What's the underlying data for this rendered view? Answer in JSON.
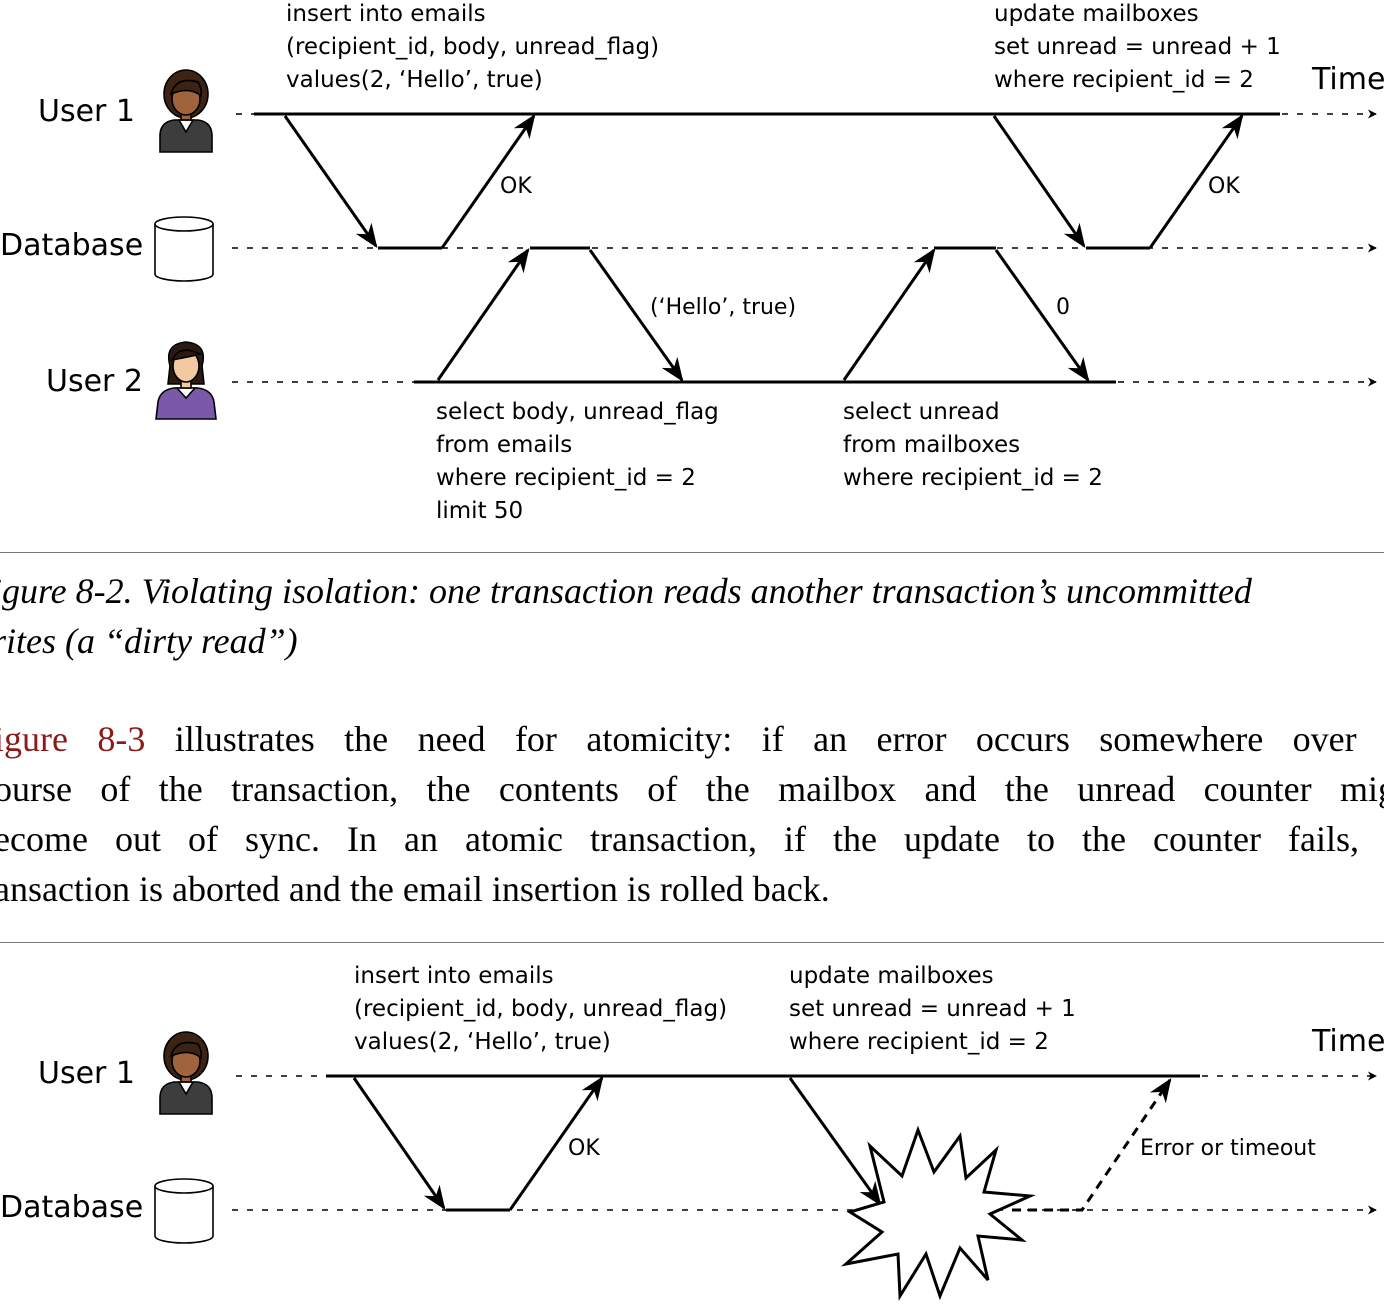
{
  "figure1": {
    "actors": {
      "user1": "User 1",
      "database": "Database",
      "user2": "User 2"
    },
    "time_label": "Time",
    "sql": {
      "insert": [
        "insert into emails",
        "(recipient_id, body, unread_flag)",
        "values(2, ‘Hello’, true)"
      ],
      "update": [
        "update mailboxes",
        "set unread = unread + 1",
        "where recipient_id = 2"
      ],
      "select_emails": [
        "select body, unread_flag",
        "from emails",
        "where recipient_id = 2",
        "limit 50"
      ],
      "select_mailboxes": [
        "select unread",
        "from mailboxes",
        "where recipient_id = 2"
      ]
    },
    "responses": {
      "ok1": "OK",
      "ok2": "OK",
      "hello": "(‘Hello’, true)",
      "zero": "0"
    }
  },
  "caption": {
    "line1": "igure 8-2. Violating isolation: one transaction reads another transaction’s uncommitted",
    "line2": "rites (a “dirty read”)"
  },
  "paragraph": {
    "xref": "igure 8-3",
    "line1_rest": " illustrates the need for atomicity: if an error occurs somewhere over th",
    "line2": "ourse of the transaction, the contents of the mailbox and the unread counter migh",
    "line3": "ecome out of sync. In an atomic transaction, if the update to the counter fails, th",
    "line4": "ansaction is aborted and the email insertion is rolled back."
  },
  "figure2": {
    "actors": {
      "user1": "User 1",
      "database": "Database"
    },
    "time_label": "Time",
    "sql": {
      "insert": [
        "insert into emails",
        "(recipient_id, body, unread_flag)",
        "values(2, ‘Hello’, true)"
      ],
      "update": [
        "update mailboxes",
        "set unread = unread + 1",
        "where recipient_id = 2"
      ]
    },
    "responses": {
      "ok": "OK",
      "error": "Error or timeout"
    }
  },
  "colors": {
    "xref": "#8b1a1a",
    "user1_shirt": "#3d3d3d",
    "user1_skin": "#a0643c",
    "user1_hair": "#3c2314",
    "user2_shirt": "#7a59a8",
    "user2_skin": "#f2c9a0",
    "user2_hair": "#2b1a12"
  }
}
